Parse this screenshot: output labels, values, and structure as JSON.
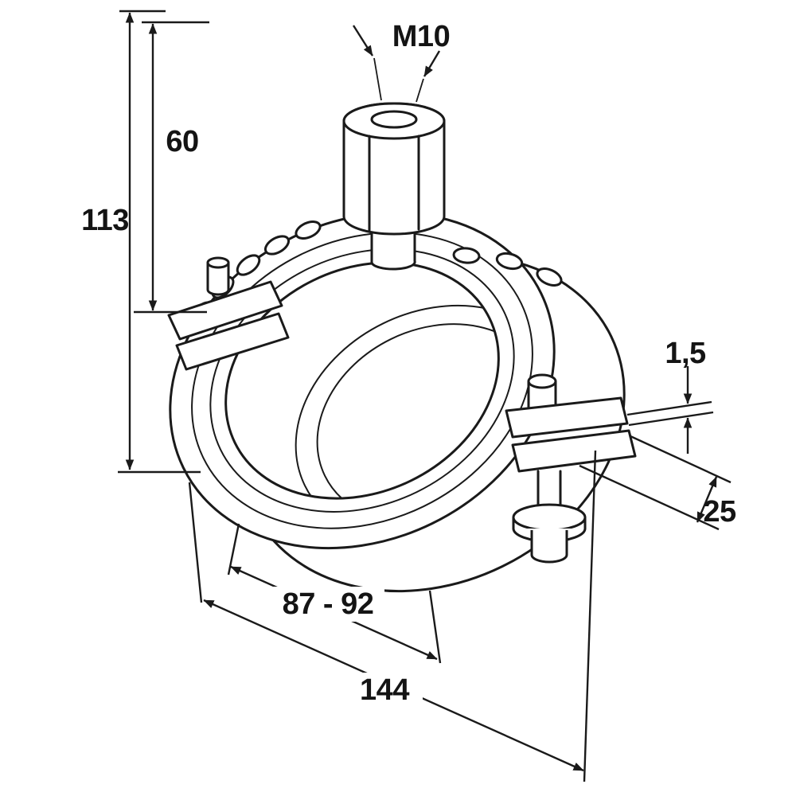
{
  "drawing": {
    "subject": "pipe-clamp-technical-drawing",
    "ink_color": "#1a1a1a",
    "background_color": "#ffffff",
    "dimensions": {
      "thread_size": {
        "label": "M10"
      },
      "rod_height": {
        "label": "60"
      },
      "total_height": {
        "label": "113"
      },
      "band_thickness": {
        "label": "1,5"
      },
      "band_width": {
        "label": "25"
      },
      "clamping_range": {
        "label": "87 - 92"
      },
      "overall_width": {
        "label": "144"
      }
    }
  }
}
